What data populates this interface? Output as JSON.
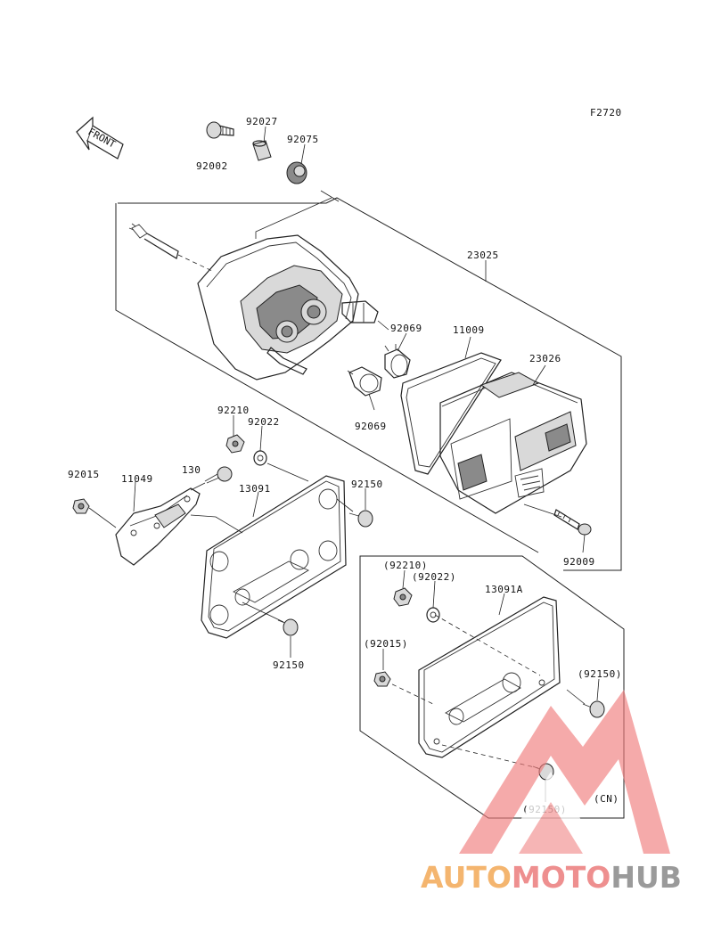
{
  "figure_code": "F2720",
  "front_label": "FRONT",
  "parts": {
    "p92027": "92027",
    "p92002": "92002",
    "p92075": "92075",
    "p23025": "23025",
    "p92069_top": "92069",
    "p11009": "11009",
    "p23026": "23026",
    "p92069_bottom": "92069",
    "p92210": "92210",
    "p92022": "92022",
    "p92015": "92015",
    "p11049": "11049",
    "p130": "130",
    "p13091": "13091",
    "p92150_right": "92150",
    "p92009": "92009",
    "p92150_bottom": "92150",
    "p92210_cn": "(92210)",
    "p92022_cn": "(92022)",
    "p13091A": "13091A",
    "p92015_cn": "(92015)",
    "p92150_cn_right": "(92150)",
    "p92150_cn_bottom": "(92150)",
    "cn_label": "(CN)"
  },
  "watermark": {
    "auto": "AUTO",
    "moto": "MOTO",
    "hub": "HUB",
    "colors": {
      "auto": "#f4b56f",
      "moto": "#ee8f8f",
      "hub": "#9a9a9a",
      "triangle": "#f07a7a"
    }
  }
}
